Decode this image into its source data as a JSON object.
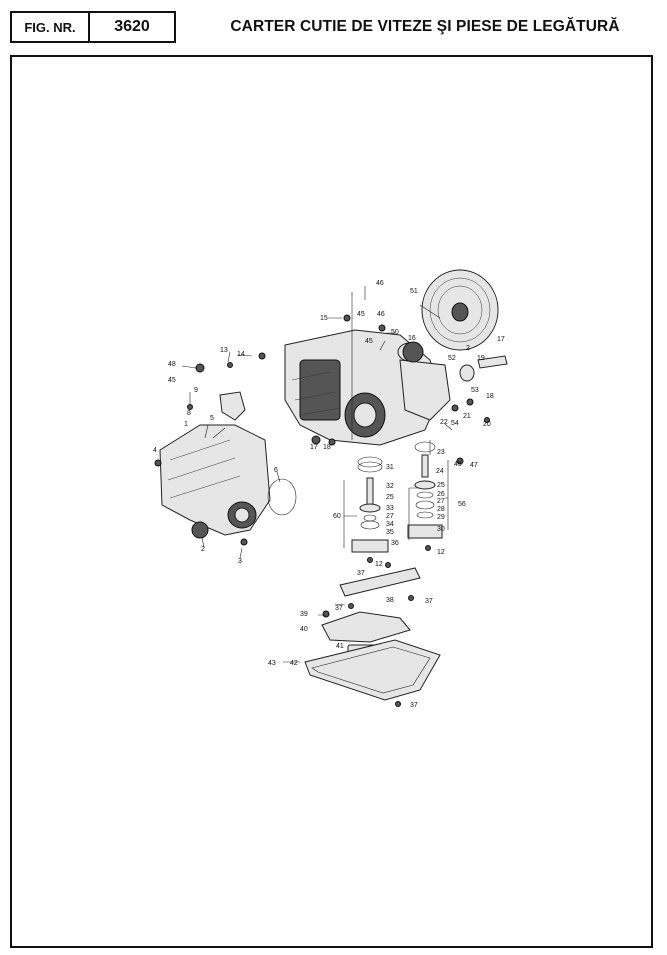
{
  "header": {
    "fig_label": "FIG. NR.",
    "fig_number": "3620",
    "title": "CARTER CUTIE DE VITEZE ŞI PIESE DE LEGĂTURĂ"
  },
  "callouts": [
    {
      "id": "c46a",
      "text": "46"
    },
    {
      "id": "c51",
      "text": "51"
    },
    {
      "id": "c45a",
      "text": "45"
    },
    {
      "id": "c46b",
      "text": "46"
    },
    {
      "id": "c15",
      "text": "15"
    },
    {
      "id": "c50",
      "text": "50"
    },
    {
      "id": "c45b",
      "text": "45"
    },
    {
      "id": "c16",
      "text": "16"
    },
    {
      "id": "c2a",
      "text": "2"
    },
    {
      "id": "c17a",
      "text": "17"
    },
    {
      "id": "c13",
      "text": "13"
    },
    {
      "id": "c14",
      "text": "14"
    },
    {
      "id": "c52",
      "text": "52"
    },
    {
      "id": "c19",
      "text": "19"
    },
    {
      "id": "c48",
      "text": "48"
    },
    {
      "id": "c45c",
      "text": "45"
    },
    {
      "id": "c53",
      "text": "53"
    },
    {
      "id": "c18a",
      "text": "18"
    },
    {
      "id": "c9",
      "text": "9"
    },
    {
      "id": "c8",
      "text": "8"
    },
    {
      "id": "c21",
      "text": "21"
    },
    {
      "id": "c20",
      "text": "20"
    },
    {
      "id": "c54",
      "text": "54"
    },
    {
      "id": "c22",
      "text": "22"
    },
    {
      "id": "c1",
      "text": "1"
    },
    {
      "id": "c5",
      "text": "5"
    },
    {
      "id": "c17b",
      "text": "17"
    },
    {
      "id": "c18b",
      "text": "18"
    },
    {
      "id": "c23",
      "text": "23"
    },
    {
      "id": "c4",
      "text": "4"
    },
    {
      "id": "c45d",
      "text": "45"
    },
    {
      "id": "c47",
      "text": "47"
    },
    {
      "id": "c31",
      "text": "31"
    },
    {
      "id": "c24",
      "text": "24"
    },
    {
      "id": "c6",
      "text": "6"
    },
    {
      "id": "c32",
      "text": "32"
    },
    {
      "id": "c25a",
      "text": "25"
    },
    {
      "id": "c25b",
      "text": "25"
    },
    {
      "id": "c26",
      "text": "26"
    },
    {
      "id": "c27a",
      "text": "27"
    },
    {
      "id": "c56",
      "text": "56"
    },
    {
      "id": "c33",
      "text": "33"
    },
    {
      "id": "c28",
      "text": "28"
    },
    {
      "id": "c60",
      "text": "60"
    },
    {
      "id": "c27b",
      "text": "27"
    },
    {
      "id": "c29",
      "text": "29"
    },
    {
      "id": "c34",
      "text": "34"
    },
    {
      "id": "c30",
      "text": "30"
    },
    {
      "id": "c35",
      "text": "35"
    },
    {
      "id": "c36",
      "text": "36"
    },
    {
      "id": "c2b",
      "text": "2"
    },
    {
      "id": "c3",
      "text": "3"
    },
    {
      "id": "c12a",
      "text": "12"
    },
    {
      "id": "c12b",
      "text": "12"
    },
    {
      "id": "c37a",
      "text": "37"
    },
    {
      "id": "c38",
      "text": "38"
    },
    {
      "id": "c37b",
      "text": "37"
    },
    {
      "id": "c39",
      "text": "39"
    },
    {
      "id": "c37c",
      "text": "37"
    },
    {
      "id": "c40",
      "text": "40"
    },
    {
      "id": "c41",
      "text": "41"
    },
    {
      "id": "c43",
      "text": "43"
    },
    {
      "id": "c42",
      "text": "42"
    },
    {
      "id": "c37d",
      "text": "37"
    }
  ]
}
